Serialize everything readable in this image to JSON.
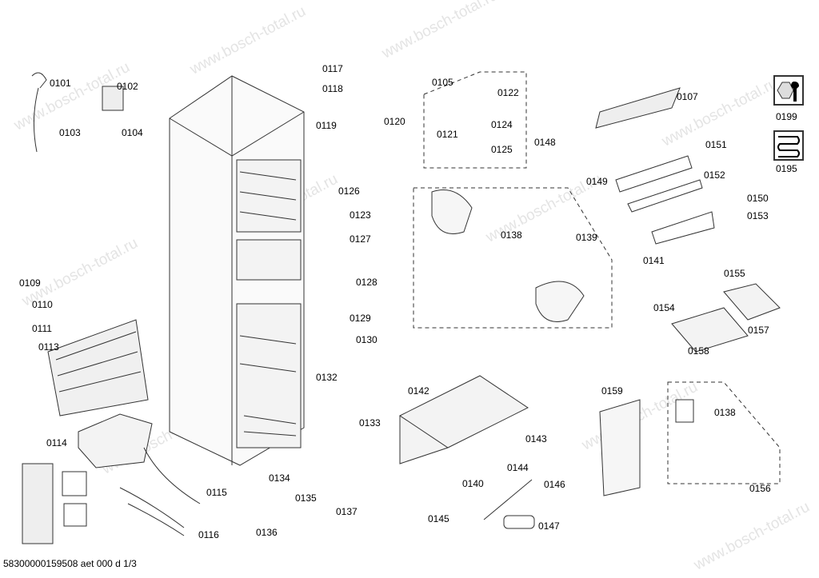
{
  "watermark": "www.bosch-total.ru",
  "footer": "58300000159508 aet 000 d 1/3",
  "labels": [
    "0101",
    "0102",
    "0103",
    "0104",
    "0117",
    "0118",
    "0119",
    "0120",
    "0105",
    "0122",
    "0121",
    "0124",
    "0125",
    "0148",
    "0149",
    "0107",
    "0151",
    "0152",
    "0150",
    "0153",
    "0141",
    "0199",
    "0195",
    "0126",
    "0123",
    "0127",
    "0128",
    "0129",
    "0130",
    "0132",
    "0109",
    "0110",
    "0111",
    "0113",
    "0138",
    "0139",
    "0155",
    "0154",
    "0157",
    "0158",
    "0142",
    "0143",
    "0144",
    "0140",
    "0146",
    "0145",
    "0147",
    "0133",
    "0134",
    "0135",
    "0137",
    "0136",
    "0115",
    "0116",
    "0114",
    "0159",
    "0138",
    "0156"
  ],
  "icons": {
    "0199": "wrench-nut-icon",
    "0195": "heating-coil-icon"
  }
}
